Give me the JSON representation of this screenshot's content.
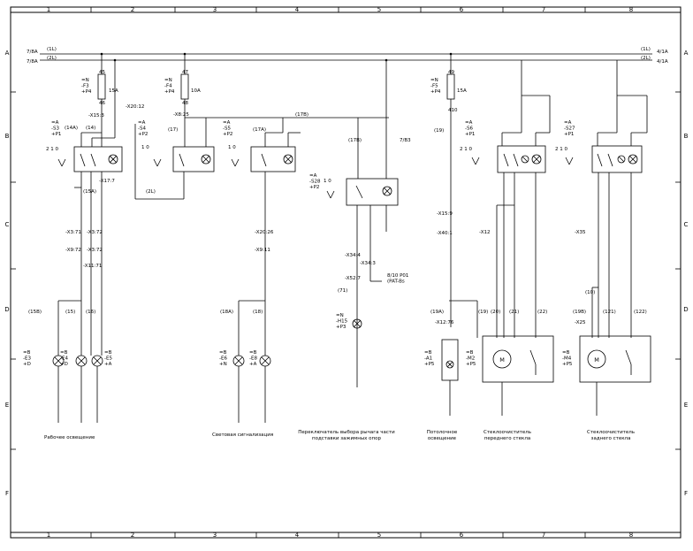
{
  "grid": {
    "cols": [
      "1",
      "2",
      "3",
      "4",
      "5",
      "6",
      "7",
      "8"
    ],
    "rows": [
      "A",
      "B",
      "C",
      "D",
      "E",
      "F"
    ]
  },
  "buses": {
    "l1_left": "7/8A",
    "l1_tag": "(1L)",
    "l2_left": "7/8A",
    "l2_tag": "(2L)",
    "l1_right": "4/1A",
    "l1_rtag": "(1L)",
    "l2_right": "4/1A",
    "l2_rtag": "(2L)"
  },
  "fuses": [
    {
      "id": "f3",
      "ref": "=N\n-F3\n+P4",
      "rating": "15A",
      "top": "45",
      "bot": "46"
    },
    {
      "id": "f4",
      "ref": "=N\n-F4\n+P4",
      "rating": "10A",
      "top": "47",
      "bot": "48"
    },
    {
      "id": "f5",
      "ref": "=N\n-F5\n+P4",
      "rating": "15A",
      "top": "49",
      "bot": "410"
    }
  ],
  "switches": [
    {
      "id": "s3",
      "ref": "=A\n-S3\n+P1",
      "pos": "2 1 0"
    },
    {
      "id": "s4",
      "ref": "=A\n-S4\n+P2",
      "pos": "1 0"
    },
    {
      "id": "s5",
      "ref": "=A\n-S5\n+P2",
      "pos": "1 0"
    },
    {
      "id": "s28",
      "ref": "=A\n-S28\n+P2",
      "pos": "1 0"
    },
    {
      "id": "s6",
      "ref": "=A\n-S6\n+P1",
      "pos": "2 1 0"
    },
    {
      "id": "s27",
      "ref": "=A\n-S27\n+P1",
      "pos": "2 1 0"
    }
  ],
  "wires": [
    "(14A)",
    "(14)",
    "(15A)",
    "(2L)",
    "(17)",
    "(17A)",
    "(17B)",
    "(17B)",
    "7/B3",
    "(19)",
    "(15B)",
    "(15)",
    "(16)",
    "(18A)",
    "(18)",
    "(71)",
    "(19A)",
    "(19)",
    "(20)",
    "(21)",
    "(22)",
    "(19B)",
    "(121)",
    "(122)",
    "(10)"
  ],
  "connectors": [
    "-X15:3",
    "-X20:12",
    "-X8:25",
    "-X17:7",
    "-X3:71",
    "-X3:72",
    "-X9:72",
    "-X3:72",
    "-X11:71",
    "-X20:26",
    "-X9:11",
    "-X34:4",
    "-X34:3",
    "-X52:7",
    "-X15:9",
    "-X40:1",
    "-X12",
    "-X12:76",
    "-X35",
    "-X25"
  ],
  "refs_mid": "8/10 P01\n(PAT-Bs",
  "loads": [
    {
      "id": "e3",
      "ref": "=B\n-E3\n+D"
    },
    {
      "id": "e4",
      "ref": "=B\n-E4\n+D"
    },
    {
      "id": "e5",
      "ref": "=B\n-E5\n+A"
    },
    {
      "id": "e6",
      "ref": "=B\n-E6\n+N"
    },
    {
      "id": "e8",
      "ref": "=B\n-E8\n+A"
    },
    {
      "id": "h15",
      "ref": "=N\n-H15\n+P3"
    },
    {
      "id": "a1",
      "ref": "=B\n-A1\n+P5"
    },
    {
      "id": "m2",
      "ref": "=B\n-M2\n+P5"
    },
    {
      "id": "m4",
      "ref": "=B\n-M4\n+P5"
    }
  ],
  "motor_label": "M",
  "captions": {
    "c1": "Рабочее освещение",
    "c2": "Световая сигнализация",
    "c3": "Переключатель выбора рычага части подставки зажимных опор",
    "c4": "Потолочное освещение",
    "c5": "Стеклоочиститель переднего стекла",
    "c6": "Стеклоочиститель заднего стекла"
  }
}
